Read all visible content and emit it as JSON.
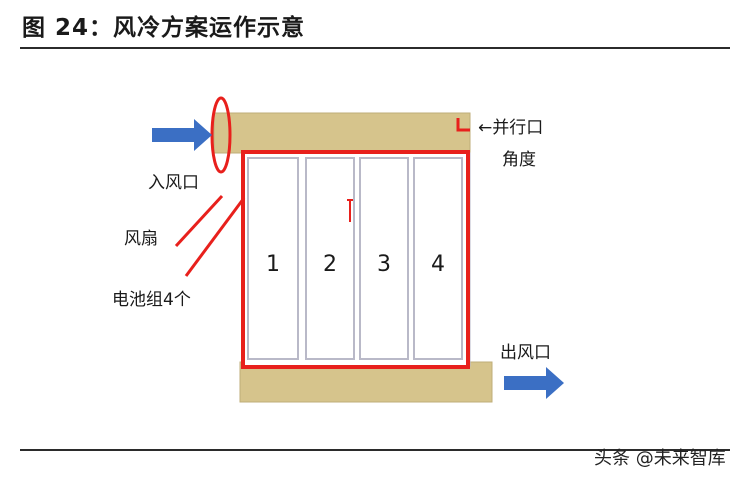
{
  "header": {
    "title": "图 24：风冷方案运作示意"
  },
  "diagram": {
    "labels": {
      "inlet": "入风口",
      "fan": "风扇",
      "battery_group": "电池组4个",
      "parallel_port": "←并行口",
      "angle": "角度",
      "outlet": "出风口"
    },
    "cells": [
      "1",
      "2",
      "3",
      "4"
    ],
    "colors": {
      "duct": "#d6c48c",
      "highlight": "#e8201c",
      "arrow": "#3b6fc4",
      "cell_border": "#b9b9c8"
    }
  },
  "footer": {
    "watermark": "头条 @未来智库"
  }
}
